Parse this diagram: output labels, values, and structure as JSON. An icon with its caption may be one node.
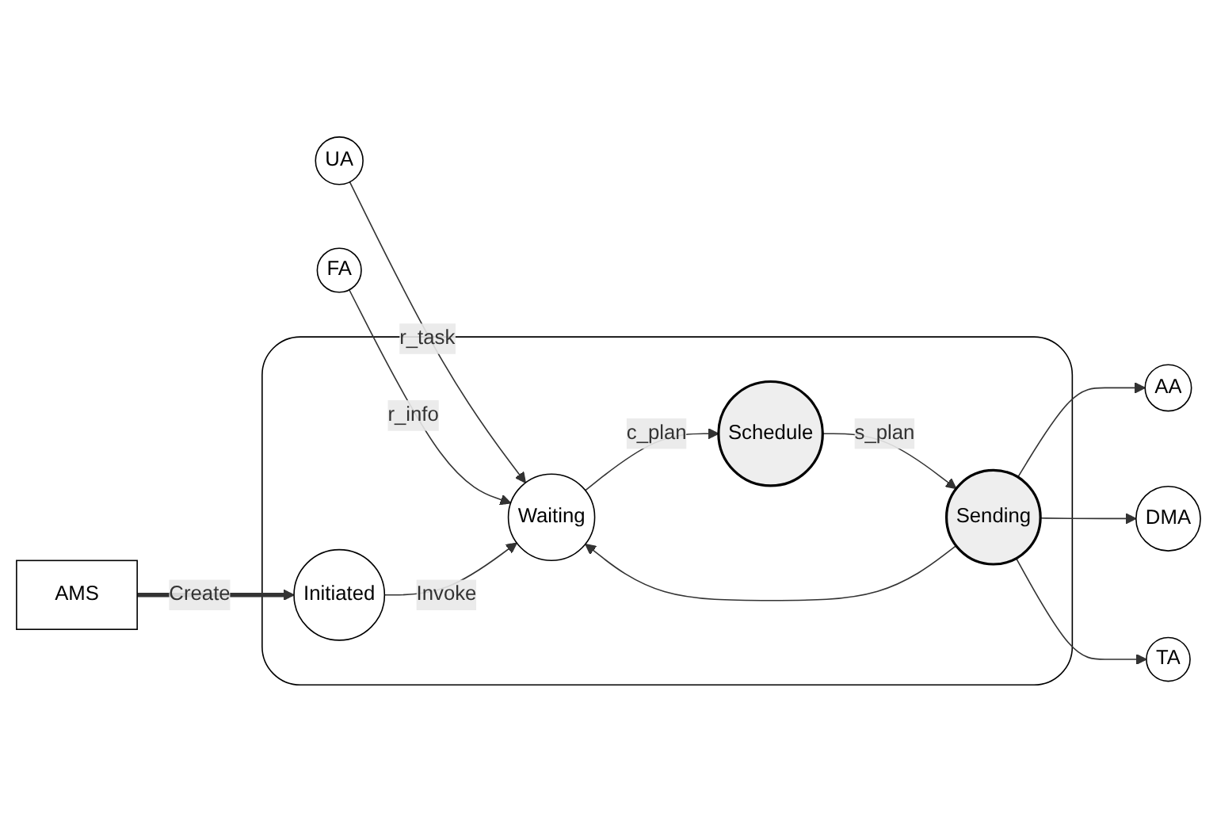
{
  "diagram": {
    "nodes": [
      {
        "text": [],
        "shape": "box"
      },
      {
        "text": [
          "UA"
        ]
      },
      {
        "text": [
          "FA"
        ]
      },
      {
        "text": [
          "Waiting"
        ],
        "in": 0
      },
      {
        "text": [
          "Sending"
        ],
        "in": 0
      },
      {
        "text": [
          "Schedule"
        ],
        "in": 0
      },
      {
        "text": [
          "Initiated"
        ],
        "in": 0
      },
      {
        "text": [
          "AA"
        ]
      },
      {
        "text": [
          "DMA"
        ]
      },
      {
        "text": [
          "TA"
        ]
      },
      {
        "text": [
          "AMS"
        ]
      }
    ],
    "edges": [
      {
        "from": 1,
        "to": 3,
        "arrow": "to",
        "label": "r_task"
      },
      {
        "from": 2,
        "to": 3,
        "arrow": "to",
        "label": "r_info"
      },
      {
        "from": 3,
        "to": 5,
        "arrow": "to",
        "label": "c_plan"
      },
      {
        "from": 5,
        "to": 4,
        "arrow": "to",
        "label": "s_plan"
      },
      {
        "from": 4,
        "to": 3,
        "arrow": "to"
      },
      {
        "from": 4,
        "to": 7,
        "arrow": "to"
      },
      {
        "from": 4,
        "to": 8,
        "arrow": "to"
      },
      {
        "from": 4,
        "to": 9,
        "arrow": "to"
      },
      {
        "from": 6,
        "to": 3,
        "arrow": "to",
        "label": "Invoke"
      },
      {
        "from": 10,
        "to": 6,
        "arrow": "to",
        "label": "Create",
        "style": "thick"
      }
    ]
  }
}
